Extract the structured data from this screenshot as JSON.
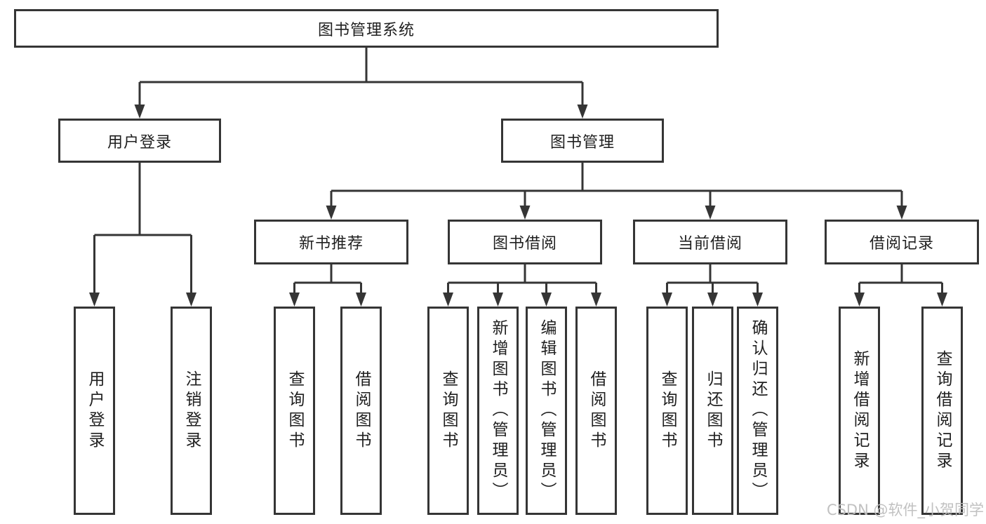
{
  "diagram": {
    "root": {
      "label": "图书管理系统"
    },
    "level2": {
      "user_login": {
        "label": "用户登录"
      },
      "book_mgmt": {
        "label": "图书管理"
      }
    },
    "level3": {
      "new_book": {
        "label": "新书推荐"
      },
      "book_borrow": {
        "label": "图书借阅"
      },
      "current_borrow": {
        "label": "当前借阅"
      },
      "borrow_record": {
        "label": "借阅记录"
      }
    },
    "leaves": {
      "user_login": [
        "用户登录",
        "注销登录"
      ],
      "new_book": [
        "查询图书",
        "借阅图书"
      ],
      "book_borrow": [
        "查询图书",
        "新增图书（管理员）",
        "编辑图书（管理员）",
        "借阅图书"
      ],
      "current_borrow": [
        "查询图书",
        "归还图书",
        "确认归还（管理员）"
      ],
      "borrow_record": [
        "新增借阅记录",
        "查询借阅记录"
      ]
    }
  },
  "watermark": {
    "text": "CSDN @软件_小贺同学"
  },
  "colors": {
    "line": "#353535",
    "box_border": "#353535",
    "text": "#1f1f1f",
    "watermark": "#bebebe",
    "background": "#ffffff"
  }
}
